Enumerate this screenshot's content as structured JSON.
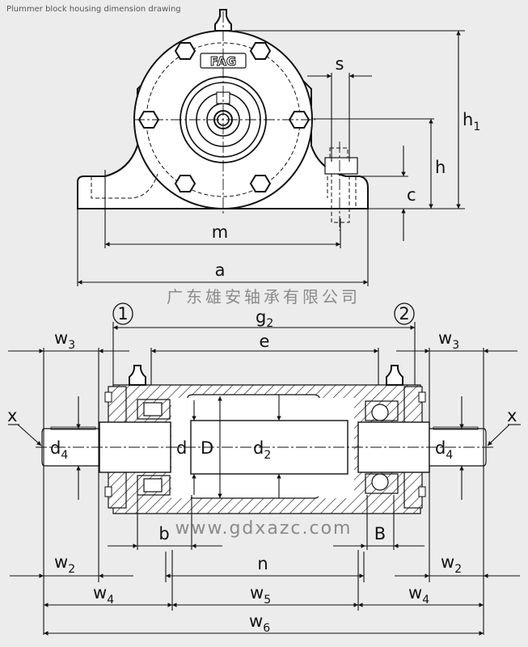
{
  "drawing": {
    "title": "Plummer block housing dimension drawing",
    "brand_logo": "FAG",
    "top_view": {
      "dimensions": {
        "s": "s",
        "h1": "h",
        "h1_sub": "1",
        "h": "h",
        "c": "c",
        "m": "m",
        "a": "a"
      }
    },
    "section_view": {
      "markers": {
        "left": "1",
        "right": "2"
      },
      "dimensions": {
        "g2": "g",
        "g2_sub": "2",
        "e": "e",
        "w3": "w",
        "w3_sub": "3",
        "x": "x",
        "d4": "d",
        "d4_sub": "4",
        "d": "d",
        "D": "D",
        "d2": "d",
        "d2_sub": "2",
        "b": "b",
        "B": "B",
        "n": "n",
        "w2": "w",
        "w2_sub": "2",
        "w4": "w",
        "w4_sub": "4",
        "w5": "w",
        "w5_sub": "5",
        "w6": "w",
        "w6_sub": "6"
      }
    }
  },
  "watermark": {
    "company": "广东雄安轴承有限公司",
    "url": "www.gdxazc.com",
    "color": "#8a8a8a"
  }
}
